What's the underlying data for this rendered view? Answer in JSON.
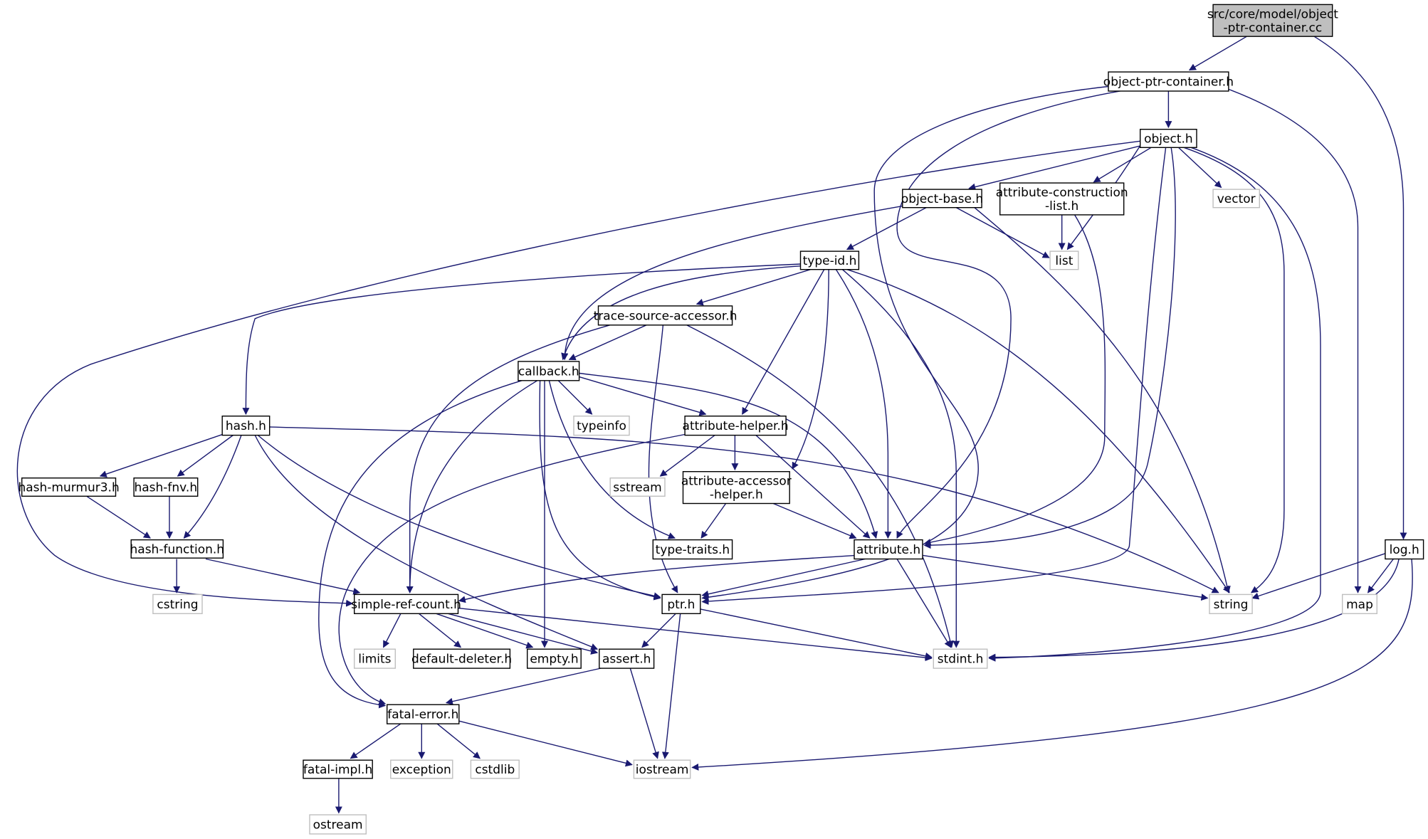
{
  "nodes": {
    "root": [
      "src/core/model/object",
      "-ptr-container.cc"
    ],
    "opc": [
      "object-ptr-container.h"
    ],
    "object": [
      "object.h"
    ],
    "objectbase": [
      "object-base.h"
    ],
    "acl": [
      "attribute-construction",
      "-list.h"
    ],
    "vector": [
      "vector"
    ],
    "list": [
      "list"
    ],
    "typeid": [
      "type-id.h"
    ],
    "tsa": [
      "trace-source-accessor.h"
    ],
    "callback": [
      "callback.h"
    ],
    "typeinfo": [
      "typeinfo"
    ],
    "hash": [
      "hash.h"
    ],
    "ahelper": [
      "attribute-helper.h"
    ],
    "sstream": [
      "sstream"
    ],
    "aahelper": [
      "attribute-accessor",
      "-helper.h"
    ],
    "murmur": [
      "hash-murmur3.h"
    ],
    "fnv": [
      "hash-fnv.h"
    ],
    "hfunc": [
      "hash-function.h"
    ],
    "typetraits": [
      "type-traits.h"
    ],
    "attribute": [
      "attribute.h"
    ],
    "log": [
      "log.h"
    ],
    "cstring": [
      "cstring"
    ],
    "src": [
      "simple-ref-count.h"
    ],
    "ptr": [
      "ptr.h"
    ],
    "string": [
      "string"
    ],
    "map": [
      "map"
    ],
    "limits": [
      "limits"
    ],
    "dd": [
      "default-deleter.h"
    ],
    "empty": [
      "empty.h"
    ],
    "assert": [
      "assert.h"
    ],
    "stdint": [
      "stdint.h"
    ],
    "fatalerror": [
      "fatal-error.h"
    ],
    "fatalimpl": [
      "fatal-impl.h"
    ],
    "exception": [
      "exception"
    ],
    "cstdlib": [
      "cstdlib"
    ],
    "iostream": [
      "iostream"
    ],
    "ostream": [
      "ostream"
    ]
  },
  "colors": {
    "edge": "#191970",
    "root_fill": "#bfbfbf",
    "internal_border": "#000000",
    "external_border": "#bfbfbf"
  }
}
